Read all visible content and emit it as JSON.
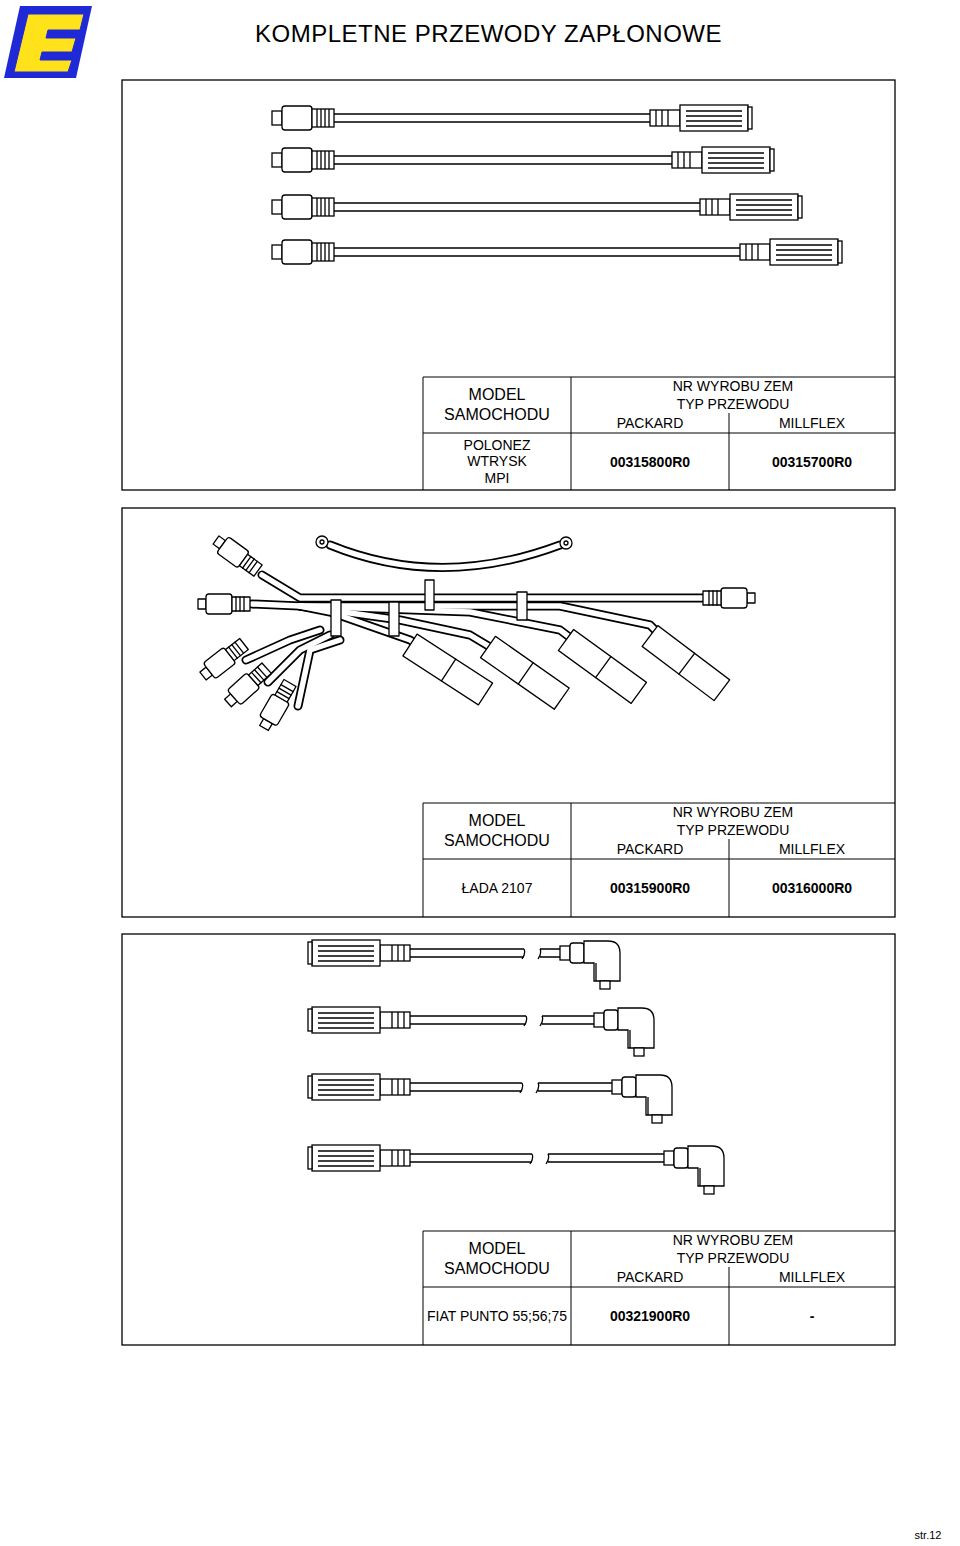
{
  "diagram": {
    "title": "KOMPLETNE PRZEWODY ZAPŁONOWE",
    "labels": [
      "MODEL SAMOCHODU",
      "NR WYROBU ZEM",
      "TYP PRZEWODU",
      "PACKARD",
      "MILLFLEX",
      "POLONEZ WTRYSK MPI",
      "00315800R0",
      "00315700R0",
      "MODEL SAMOCHODU",
      "NR WYROBU ZEM",
      "TYP PRZEWODU",
      "PACKARD",
      "MILLFLEX",
      "ŁADA 2107",
      "00315900R0",
      "00316000R0",
      "MODEL SAMOCHODU",
      "NR WYROBU ZEM",
      "TYP PRZEWODU",
      "PACKARD",
      "MILLFLEX",
      "FIAT PUNTO 55;56;75",
      "00321900R0",
      "-",
      "str.12"
    ]
  }
}
